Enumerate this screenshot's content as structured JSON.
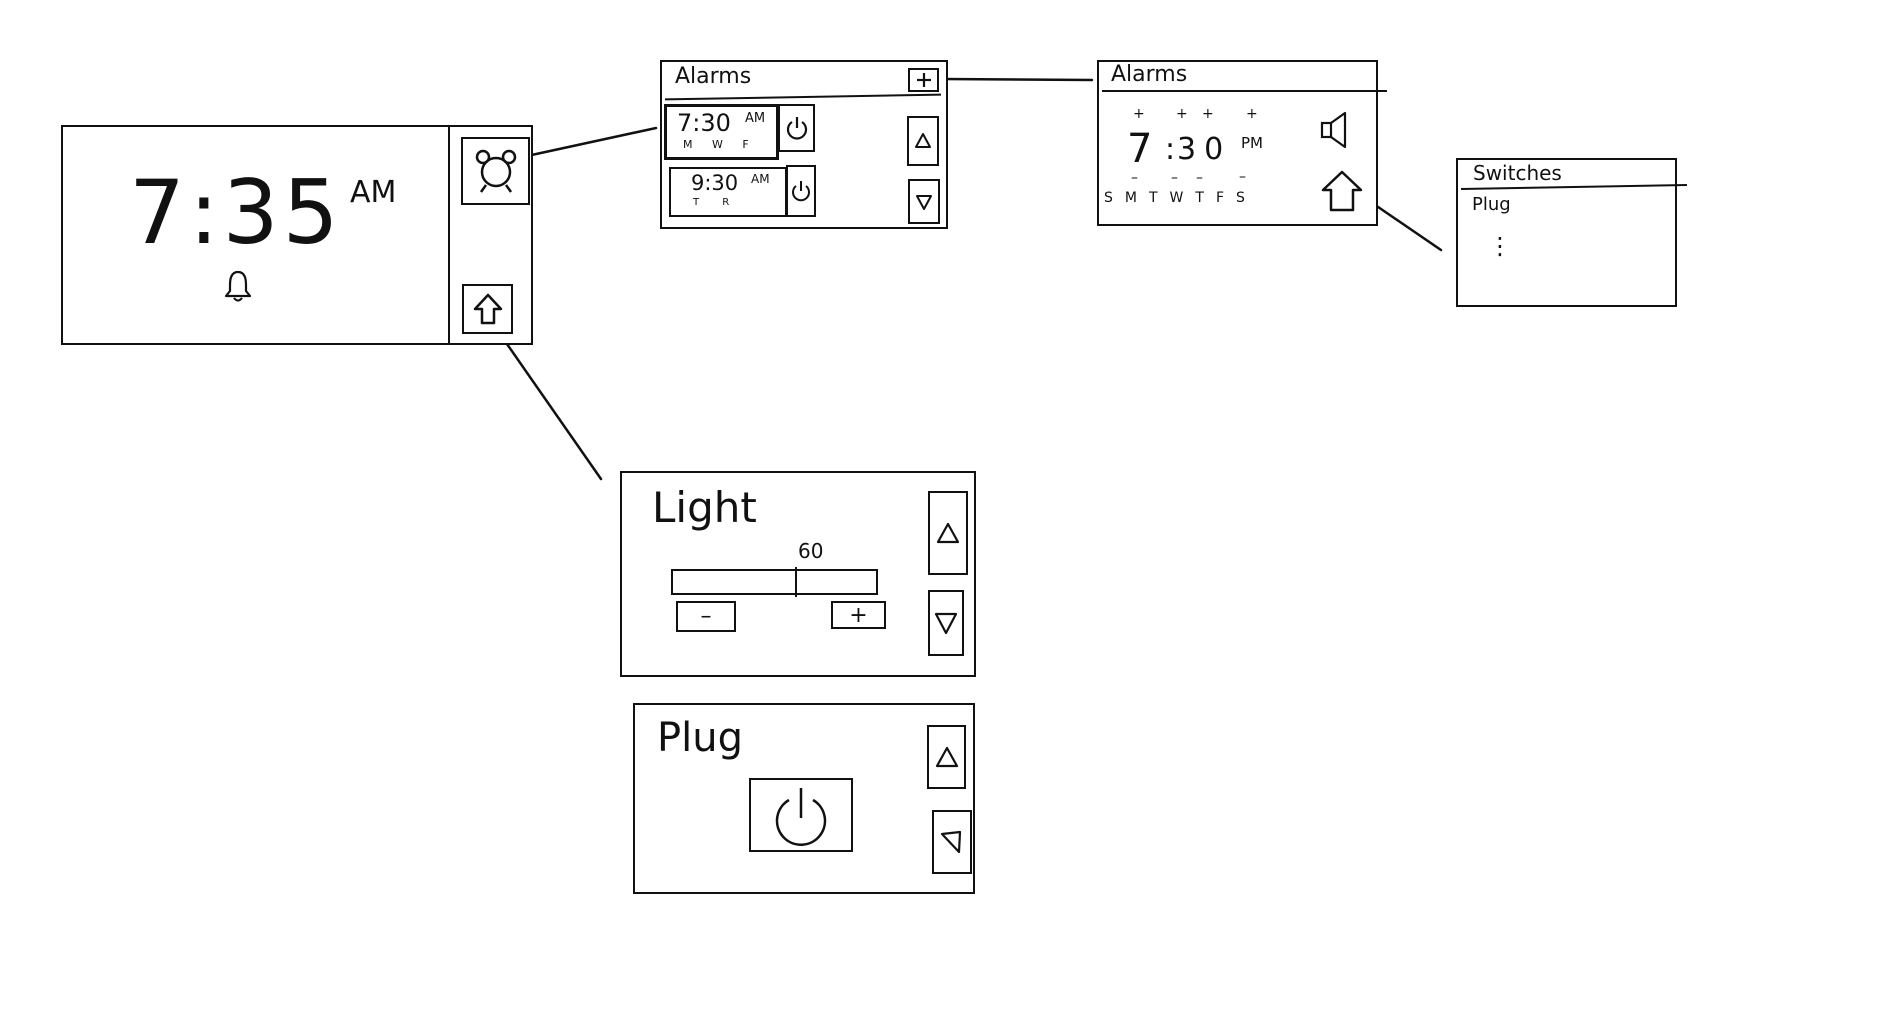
{
  "clock_screen": {
    "time": "7:35",
    "meridiem": "AM",
    "bell_icon": "bell-icon",
    "alarm_button_icon": "alarm-clock-icon",
    "home_button_icon": "home-arrow-icon"
  },
  "alarms_list": {
    "title": "Alarms",
    "add_icon": "plus-icon",
    "alarms": [
      {
        "time": "7:30",
        "meridiem": "AM",
        "days": "M W F",
        "power_icon": "power-icon"
      },
      {
        "time": "9:30",
        "meridiem": "AM",
        "days": "T R",
        "power_icon": "power-icon"
      }
    ],
    "up_icon": "triangle-up-icon",
    "down_icon": "triangle-down-icon"
  },
  "alarm_edit": {
    "title": "Alarms",
    "hour": "7",
    "minutes": "30",
    "meridiem": "PM",
    "increment_marks": [
      "+",
      "+",
      "+",
      "+"
    ],
    "decrement_marks": [
      "–",
      "–",
      "–",
      "–"
    ],
    "days": [
      "S",
      "M",
      "T",
      "W",
      "T",
      "F",
      "S"
    ],
    "speaker_icon": "speaker-icon",
    "home_icon": "home-icon"
  },
  "switches": {
    "title": "Switches",
    "items": [
      "Plug"
    ],
    "more": "⋮"
  },
  "light": {
    "title": "Light",
    "level": 60,
    "level_label": "60",
    "minus_label": "–",
    "plus_label": "+",
    "up_icon": "triangle-up-icon",
    "down_icon": "triangle-down-icon"
  },
  "plug": {
    "title": "Plug",
    "power_icon": "power-icon",
    "up_icon": "triangle-up-icon",
    "down_icon": "triangle-down-icon"
  }
}
